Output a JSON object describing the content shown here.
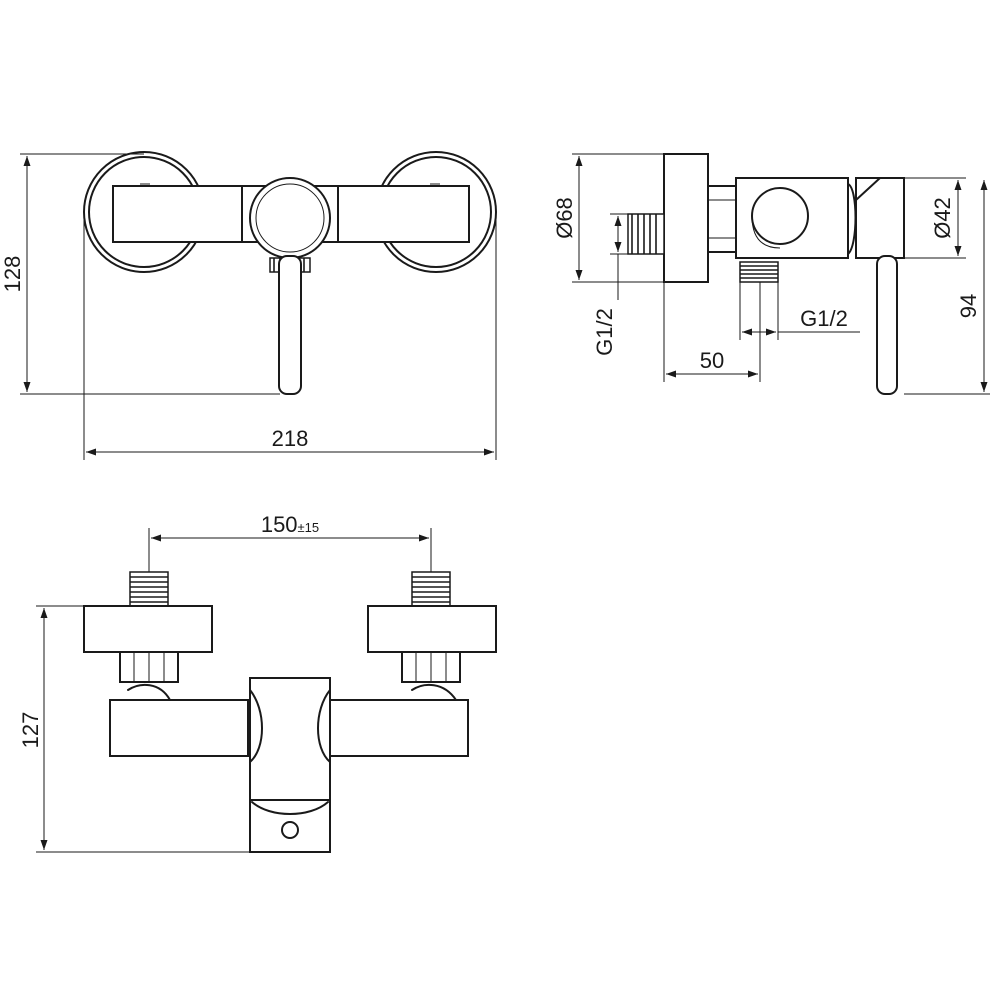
{
  "dimensions": {
    "front_height": "128",
    "front_width": "218",
    "side_flange_diameter": "Ø68",
    "side_body_diameter": "Ø42",
    "side_inlet_thread": "G1/2",
    "side_outlet_thread": "G1/2",
    "side_depth": "50",
    "side_lever_height": "94",
    "top_centers": "150",
    "top_centers_tolerance": "±15",
    "top_height": "127"
  }
}
